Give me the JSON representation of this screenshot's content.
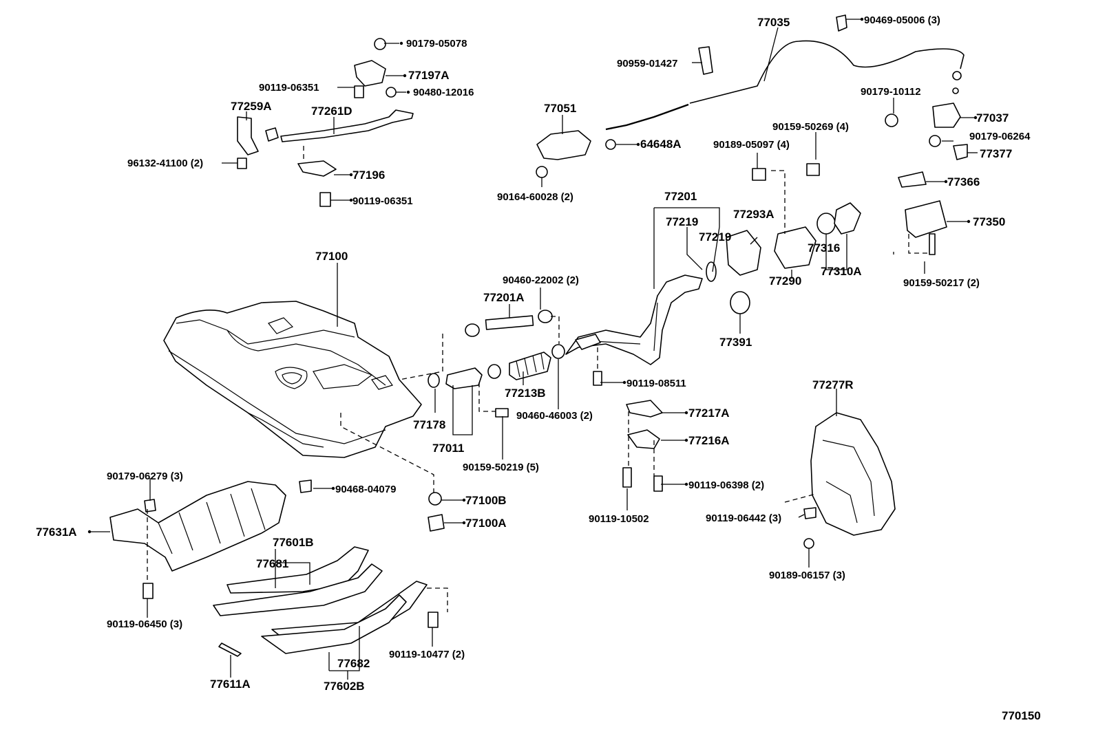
{
  "diagram_id": "770150",
  "labels": {
    "p_90179_05078": "90179-05078",
    "p_77197A": "77197A",
    "p_90119_06351_a": "90119-06351",
    "p_90480_12016": "90480-12016",
    "p_77259A": "77259A",
    "p_77261D": "77261D",
    "p_96132_41100": "96132-41100 (2)",
    "p_77196": "77196",
    "p_90119_06351_b": "90119-06351",
    "p_77035": "77035",
    "p_90469_05006": "90469-05006 (3)",
    "p_90959_01427": "90959-01427",
    "p_77051": "77051",
    "p_64648A": "64648A",
    "p_90164_60028": "90164-60028 (2)",
    "p_90179_10112": "90179-10112",
    "p_77037": "77037",
    "p_90159_50269": "90159-50269 (4)",
    "p_90189_05097": "90189-05097 (4)",
    "p_90179_06264": "90179-06264",
    "p_77377": "77377",
    "p_77366": "77366",
    "p_77201": "77201",
    "p_77219_a": "77219",
    "p_77219_b": "77219",
    "p_77293A": "77293A",
    "p_77316": "77316",
    "p_77310A": "77310A",
    "p_77290": "77290",
    "p_77350": "77350",
    "p_90159_50217": "90159-50217 (2)",
    "p_77391": "77391",
    "p_77100": "77100",
    "p_90460_22002": "90460-22002 (2)",
    "p_77201A": "77201A",
    "p_90119_08511": "90119-08511",
    "p_77213B": "77213B",
    "p_77178": "77178",
    "p_77011": "77011",
    "p_90460_46003": "90460-46003 (2)",
    "p_90159_50219": "90159-50219 (5)",
    "p_77217A": "77217A",
    "p_77216A": "77216A",
    "p_77277R": "77277R",
    "p_90179_06279": "90179-06279 (3)",
    "p_90468_04079": "90468-04079",
    "p_77100B": "77100B",
    "p_77100A": "77100A",
    "p_90119_06398": "90119-06398 (2)",
    "p_90119_10502": "90119-10502",
    "p_90119_06442": "90119-06442 (3)",
    "p_77631A": "77631A",
    "p_77601B": "77601B",
    "p_77681": "77681",
    "p_90189_06157": "90189-06157 (3)",
    "p_90119_06450": "90119-06450 (3)",
    "p_90119_10477": "90119-10477 (2)",
    "p_77682": "77682",
    "p_77611A": "77611A",
    "p_77602B": "77602B"
  }
}
